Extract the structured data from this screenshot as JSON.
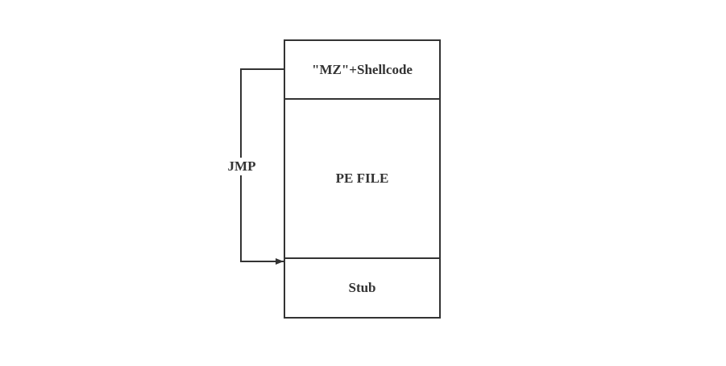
{
  "blocks": {
    "header": "\"MZ\"+Shellcode",
    "pe_file": "PE FILE",
    "stub": "Stub"
  },
  "jump": {
    "label": "JMP"
  }
}
